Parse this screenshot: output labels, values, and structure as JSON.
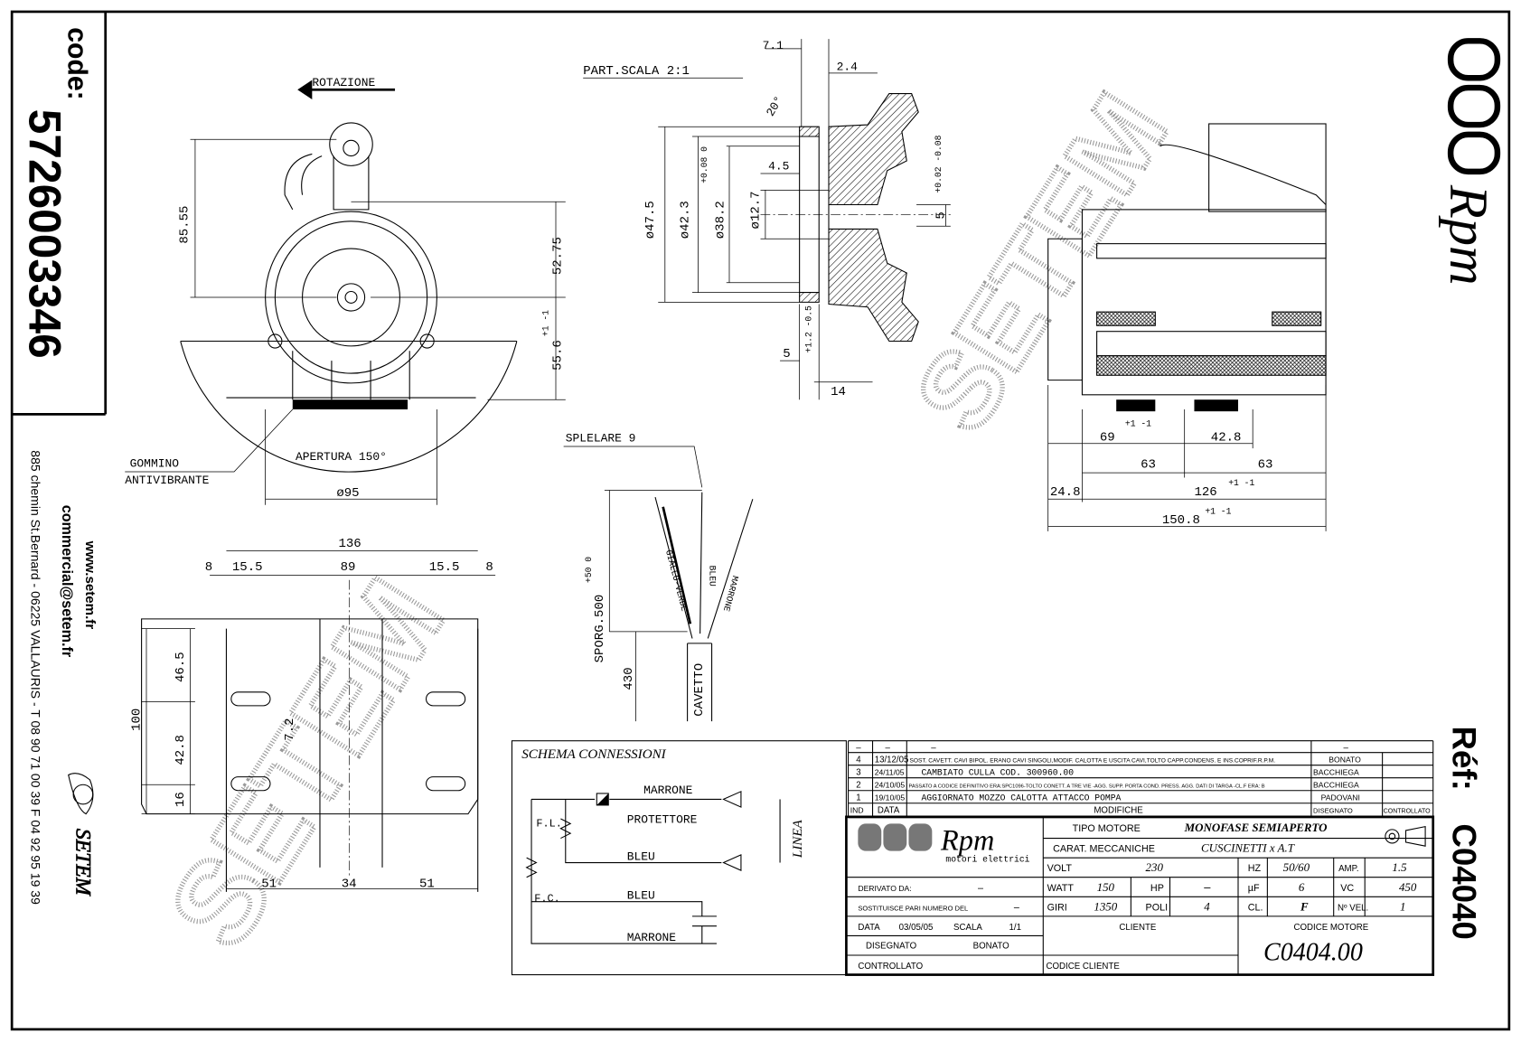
{
  "sidebar": {
    "code_label": "code:",
    "code_value": "5726003346",
    "website": "www.setem.fr",
    "email": "commercial@setem.fr",
    "address": "885 chemin St.Bernard  -  06225 VALLAURIS  -  T 08 90 71 00 39   F 04 92 95 19 39",
    "brand": "SETEM"
  },
  "right_panel": {
    "brand": "Rpm",
    "ref_label": "Réf:",
    "ref_value": "C04040"
  },
  "watermark": "SETEM",
  "front_view": {
    "rotation_label": "ROTAZIONE",
    "gommino_1": "GOMMINO",
    "gommino_2": "ANTIVIBRANTE",
    "apertura": "APERTURA 150°",
    "dims": {
      "d1": "85.55",
      "d2": "52.75",
      "d3": "55.6",
      "d3_tol": "+1 -1",
      "d4": "ø95"
    }
  },
  "detail_view": {
    "title": "PART.SCALA 2:1",
    "dims": {
      "a": "7.1",
      "b": "2.4",
      "angle": "20°",
      "c": "4.5",
      "d": "ø47.5",
      "e": "ø42.3",
      "f": "ø38.2",
      "f_tol": "+0.08 0",
      "g": "ø12.7",
      "h": "5",
      "h_tol": "+0.02 -0.08",
      "i": "5",
      "i_tol": "+1.2 -0.5",
      "j": "14"
    }
  },
  "side_view": {
    "dims": {
      "a": "69",
      "a_tol": "+1 -1",
      "b": "42.8",
      "c": "63",
      "d": "63",
      "e": "24.8",
      "f": "126",
      "f_tol": "+1 -1",
      "g": "150.8",
      "g_tol": "+1 -1"
    }
  },
  "base_view": {
    "dims": {
      "w": "136",
      "a": "8",
      "b": "15.5",
      "c": "89",
      "d": "15.5",
      "e": "8",
      "h": "100",
      "h1": "46.5",
      "h2": "42.8",
      "h3": "16",
      "slot": "7.2",
      "bot1": "51",
      "bot2": "34",
      "bot3": "51"
    }
  },
  "cable": {
    "splelare": "SPLELARE 9",
    "sporg": "SPORG.500",
    "sporg_tol": "+50 0",
    "len": "430",
    "cavetto": "CAVETTO",
    "wire1": "GIALLO-VERDE",
    "wire2": "BLEU",
    "wire3": "MARRONE"
  },
  "schema": {
    "title": "SCHEMA CONNESSIONI",
    "marrone": "MARRONE",
    "protettore": "PROTETTORE",
    "bleu1": "BLEU",
    "bleu2": "BLEU",
    "marrone2": "MARRONE",
    "fl": "F.L.",
    "fc": "F.C.",
    "linea": "LINEA"
  },
  "revisions": {
    "headers": {
      "ind": "IND",
      "data": "DATA",
      "modifiche": "MODIFICHE",
      "disegnato": "DISEGNATO",
      "controllato": "CONTROLLATO"
    },
    "blank": "–",
    "rows": [
      {
        "ind": "4",
        "date": "13/12/05",
        "desc": "SOST. CAVETT. CAVI BIPOL. ERANO CAVI SINGOLI,MODIF. CALOTTA E USCITA CAVI,TOLTO CAPP.CONDENS. E INS.COPRIF.R.P.M.",
        "by": "BONATO"
      },
      {
        "ind": "3",
        "date": "24/11/05",
        "desc": "CAMBIATO CULLA COD. 300960.00",
        "by": "BACCHIEGA"
      },
      {
        "ind": "2",
        "date": "24/10/05",
        "desc": "PASSATO A CODICE DEFINITIVO ERA:SPC1096-TOLTO CONETT. A TRE VIE -AGG. SUPP. PORTA COND. PRESS. AGG. DATI DI TARGA -CL.F ERA: B",
        "by": "BACCHIEGA"
      },
      {
        "ind": "1",
        "date": "19/10/05",
        "desc": "AGGIORNATO MOZZO CALOTTA ATTACCO POMPA",
        "by": "PADOVANI"
      }
    ]
  },
  "title_block": {
    "logo_text": "Rpm",
    "logo_sub": "motori elettrici",
    "tipo_label": "TIPO MOTORE",
    "tipo_value": "MONOFASE SEMIAPERTO",
    "carat_label": "CARAT. MECCANICHE",
    "carat_value": "CUSCINETTI x A.T",
    "volt_label": "VOLT",
    "volt_value": "230",
    "hz_label": "HZ",
    "hz_value": "50/60",
    "amp_label": "AMP.",
    "amp_value": "1.5",
    "watt_label": "WATT",
    "watt_value": "150",
    "hp_label": "HP",
    "hp_value": "–",
    "uf_label": "µF",
    "uf_value": "6",
    "vc_label": "VC",
    "vc_value": "450",
    "giri_label": "GIRI",
    "giri_value": "1350",
    "poli_label": "POLI",
    "poli_value": "4",
    "cl_label": "CL.",
    "cl_value": "F",
    "vel_label": "Nº VEL.",
    "vel_value": "1",
    "derivato_label": "DERIVATO DA:",
    "derivato_value": "–",
    "sostituisce_label": "SOSTITUISCE PARI NUMERO DEL",
    "sostituisce_value": "–",
    "data_label": "DATA",
    "data_value": "03/05/05",
    "scala_label": "SCALA",
    "scala_value": "1/1",
    "disegnato_label": "DISEGNATO",
    "disegnato_value": "BONATO",
    "controllato_label": "CONTROLLATO",
    "cliente_label": "CLIENTE",
    "codice_cliente_label": "CODICE CLIENTE",
    "codice_motore_label": "CODICE MOTORE",
    "codice_motore_value": "C0404.00"
  }
}
